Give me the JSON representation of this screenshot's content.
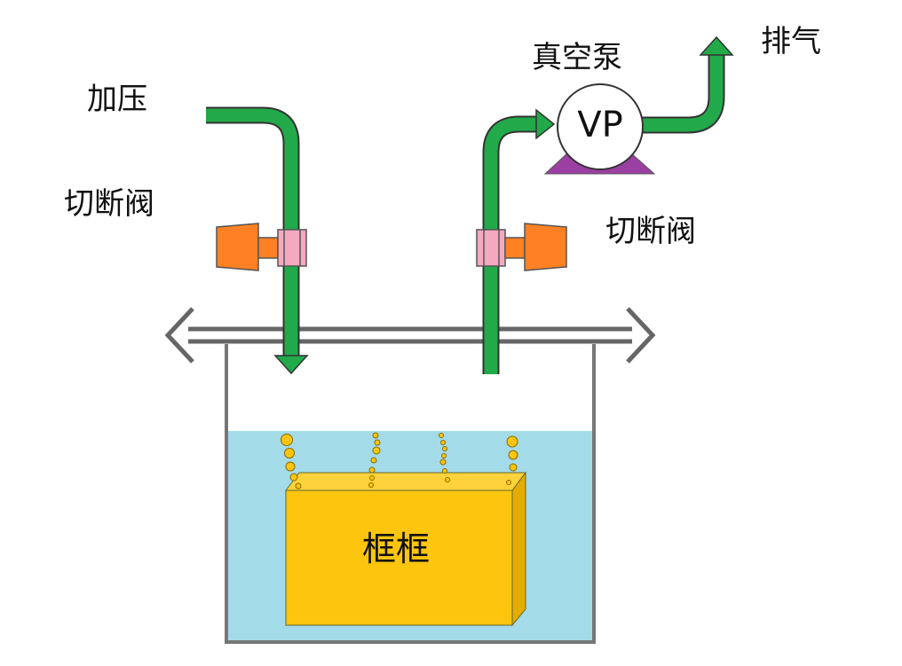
{
  "labels": {
    "pressurize": "加压",
    "shutoff_valve_left": "切断阀",
    "shutoff_valve_right": "切断阀",
    "vacuum_pump": "真空泵",
    "vacuum_pump_symbol": "VP",
    "exhaust": "排气",
    "workpiece": "框框"
  },
  "colors": {
    "pipe": "#22aa4a",
    "valve_body": "#ff8124",
    "valve_flange": "#f5a9c1",
    "pump_base": "#9c3fa2",
    "water": "#a3dbe9",
    "workpiece": "#fdc50e",
    "bubble": "#fdc50e",
    "tank_wall": "#777777"
  }
}
